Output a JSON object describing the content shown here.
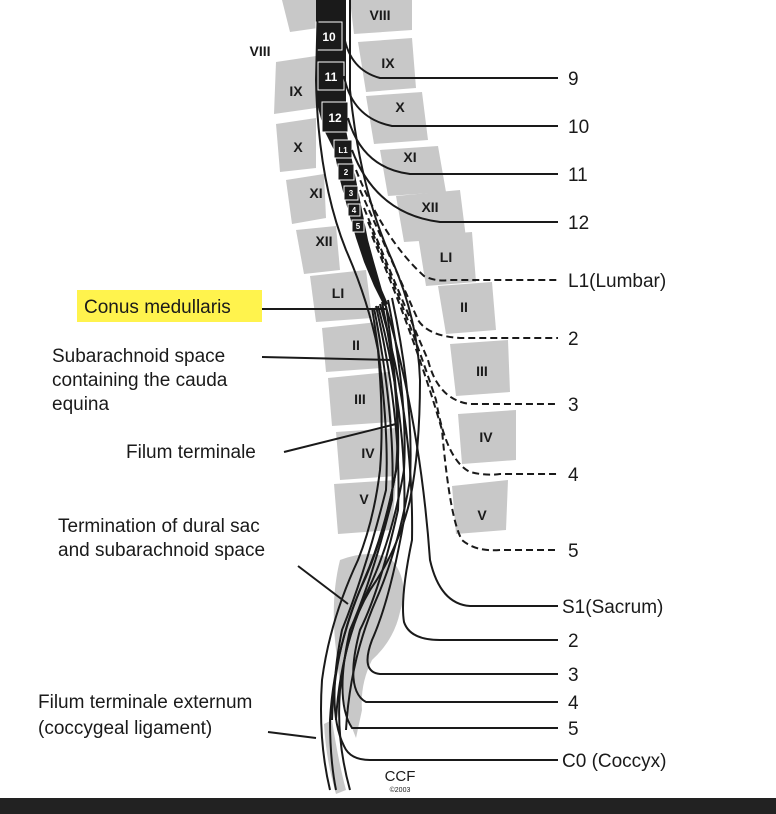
{
  "labels": {
    "conus": "Conus medullaris",
    "subarachnoid_1": "Subarachnoid space",
    "subarachnoid_2": "containing the cauda",
    "subarachnoid_3": "equina",
    "filum": "Filum terminale",
    "termination_1": "Termination of dural sac",
    "termination_2": "and subarachnoid space",
    "externum_1": "Filum terminale externum",
    "externum_2": "(coccygeal ligament)"
  },
  "nerves": {
    "t9": "9",
    "t10": "10",
    "t11": "11",
    "t12": "12",
    "l1": "L1(Lumbar)",
    "l2": "2",
    "l3": "3",
    "l4": "4",
    "l5": "5",
    "s1": "S1(Sacrum)",
    "s2": "2",
    "s3": "3",
    "s4": "4",
    "s5": "5",
    "co": "C0 (Coccyx)"
  },
  "vertebrae_left": {
    "viii": "VIII",
    "ix": "IX",
    "x": "X",
    "xi": "XI",
    "xii": "XII",
    "li": "LI",
    "ii": "II",
    "iii": "III",
    "iv": "IV",
    "v": "V"
  },
  "vertebrae_right": {
    "viii": "VIII",
    "ix": "IX",
    "x": "X",
    "xi": "XI",
    "xii": "XII",
    "li": "LI",
    "ii": "II",
    "iii": "III",
    "iv": "IV",
    "v": "V"
  },
  "cord_segments": {
    "s10": "10",
    "s11": "11",
    "s12": "12",
    "l1": "L1",
    "l2": "2",
    "l3": "3",
    "l4": "4",
    "l5": "5"
  },
  "credit": {
    "logo": "CCF",
    "year": "©2003"
  },
  "colors": {
    "highlight": "#fff34d",
    "bone": "#c8c8c8",
    "ink": "#1a1a1a",
    "bottom_bar": "#222222"
  }
}
